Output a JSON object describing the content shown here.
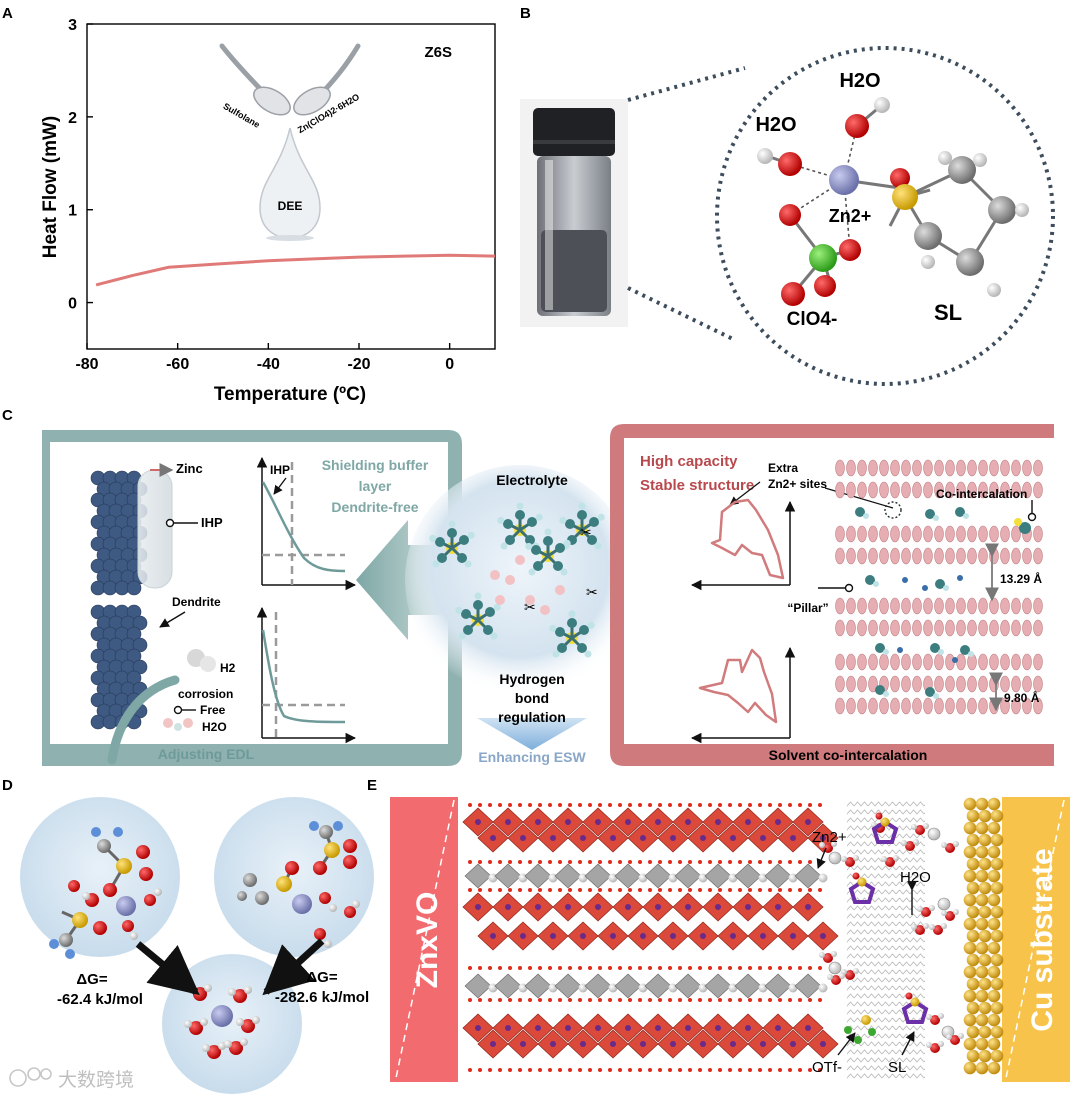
{
  "panels": {
    "a": "A",
    "b": "B",
    "c": "C",
    "d": "D",
    "e": "E"
  },
  "panel_a": {
    "sample": "Z6S",
    "spoon_left": "Sulfolane",
    "spoon_right": "Zn(ClO4)2·6H2O",
    "drop": "DEE",
    "chart_data": {
      "type": "line",
      "xlabel": "Temperature (ºC)",
      "ylabel": "Heat Flow (mW)",
      "xlim": [
        -80,
        10
      ],
      "ylim": [
        -0.5,
        3
      ],
      "xticks": [
        "-80",
        "-60",
        "-40",
        "-20",
        "0"
      ],
      "yticks": [
        "0",
        "1",
        "2",
        "3"
      ],
      "series": [
        {
          "color": "#e07a78",
          "x": [
            -78,
            -70,
            -62,
            -50,
            -40,
            -30,
            -20,
            -10,
            0,
            10
          ],
          "y": [
            0.19,
            0.29,
            0.38,
            0.42,
            0.45,
            0.47,
            0.49,
            0.5,
            0.51,
            0.5
          ]
        }
      ]
    }
  },
  "panel_b": {
    "h2o_top": "H2O",
    "h2o_left": "H2O",
    "zn": "Zn2+",
    "clo4": "ClO4-",
    "sl": "SL"
  },
  "panel_c": {
    "zinc": "Zinc",
    "ihp": "IHP",
    "ihp_plot": "IHP",
    "shield_1": "Shielding buffer",
    "shield_2": "layer",
    "shield_3": "Dendrite-free",
    "dendrite": "Dendrite",
    "h2": "H2",
    "corrosion": "corrosion",
    "free_1": "Free",
    "free_2": "H2O",
    "adjusting": "Adjusting EDL",
    "electrolyte": "Electrolyte",
    "hbond_1": "Hydrogen",
    "hbond_2": "bond",
    "hbond_3": "regulation",
    "esw": "Enhancing ESW",
    "high_capacity": "High capacity",
    "stable": "Stable structure",
    "extra_1": "Extra",
    "extra_2": "Zn2+ sites",
    "cointer": "Co-intercalation",
    "pillar": "“Pillar”",
    "d1": "13.29 Å",
    "d2": "9.80 Å",
    "solvent": "Solvent co-intercalation"
  },
  "panel_d": {
    "dg1_label": "ΔG=",
    "dg1_value": "-62.4 kJ/mol",
    "dg2_label": "ΔG=",
    "dg2_value": "-282.6 kJ/mol"
  },
  "panel_e": {
    "znvo": "ZnxVO",
    "cu": "Cu substrate",
    "zn": "Zn2+",
    "h2o": "H2O",
    "otf": "OTf-",
    "sl": "SL"
  },
  "watermark": "大数跨境",
  "colors": {
    "curve": "#e07a78",
    "teal": "#6e9a99",
    "pink": "#c0484e",
    "znvo": "#f26b6f",
    "cu": "#f7c34a"
  }
}
